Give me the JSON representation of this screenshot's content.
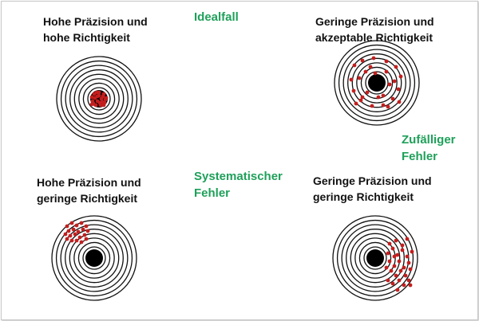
{
  "colors": {
    "accent_green": "#1fa05a",
    "hit_red": "#c41e1e",
    "ring": "#111111"
  },
  "labels": {
    "tl_line1": "Hohe Präzision und",
    "tl_line2": "hohe Richtigkeit",
    "tr_line1": "Geringe Präzision und",
    "tr_line2": "akzeptable Richtigkeit",
    "bl_line1": "Hohe Präzision und",
    "bl_line2": "geringe Richtigkeit",
    "br_line1": "Geringe Präzision und",
    "br_line2": "geringe Richtigkeit"
  },
  "annotations": {
    "ideal": "Idealfall",
    "random_line1": "Zufälliger",
    "random_line2": "Fehler",
    "systematic_line1": "Systematischer",
    "systematic_line2": "Fehler"
  },
  "targets": [
    {
      "id": "high-precision-high-accuracy",
      "rings": 8,
      "hit_pattern": "tight-centered"
    },
    {
      "id": "low-precision-acceptable-accuracy",
      "rings": 8,
      "hit_pattern": "wide-centered"
    },
    {
      "id": "high-precision-low-accuracy",
      "rings": 8,
      "hit_pattern": "tight-offset"
    },
    {
      "id": "low-precision-low-accuracy",
      "rings": 8,
      "hit_pattern": "wide-offset"
    }
  ]
}
